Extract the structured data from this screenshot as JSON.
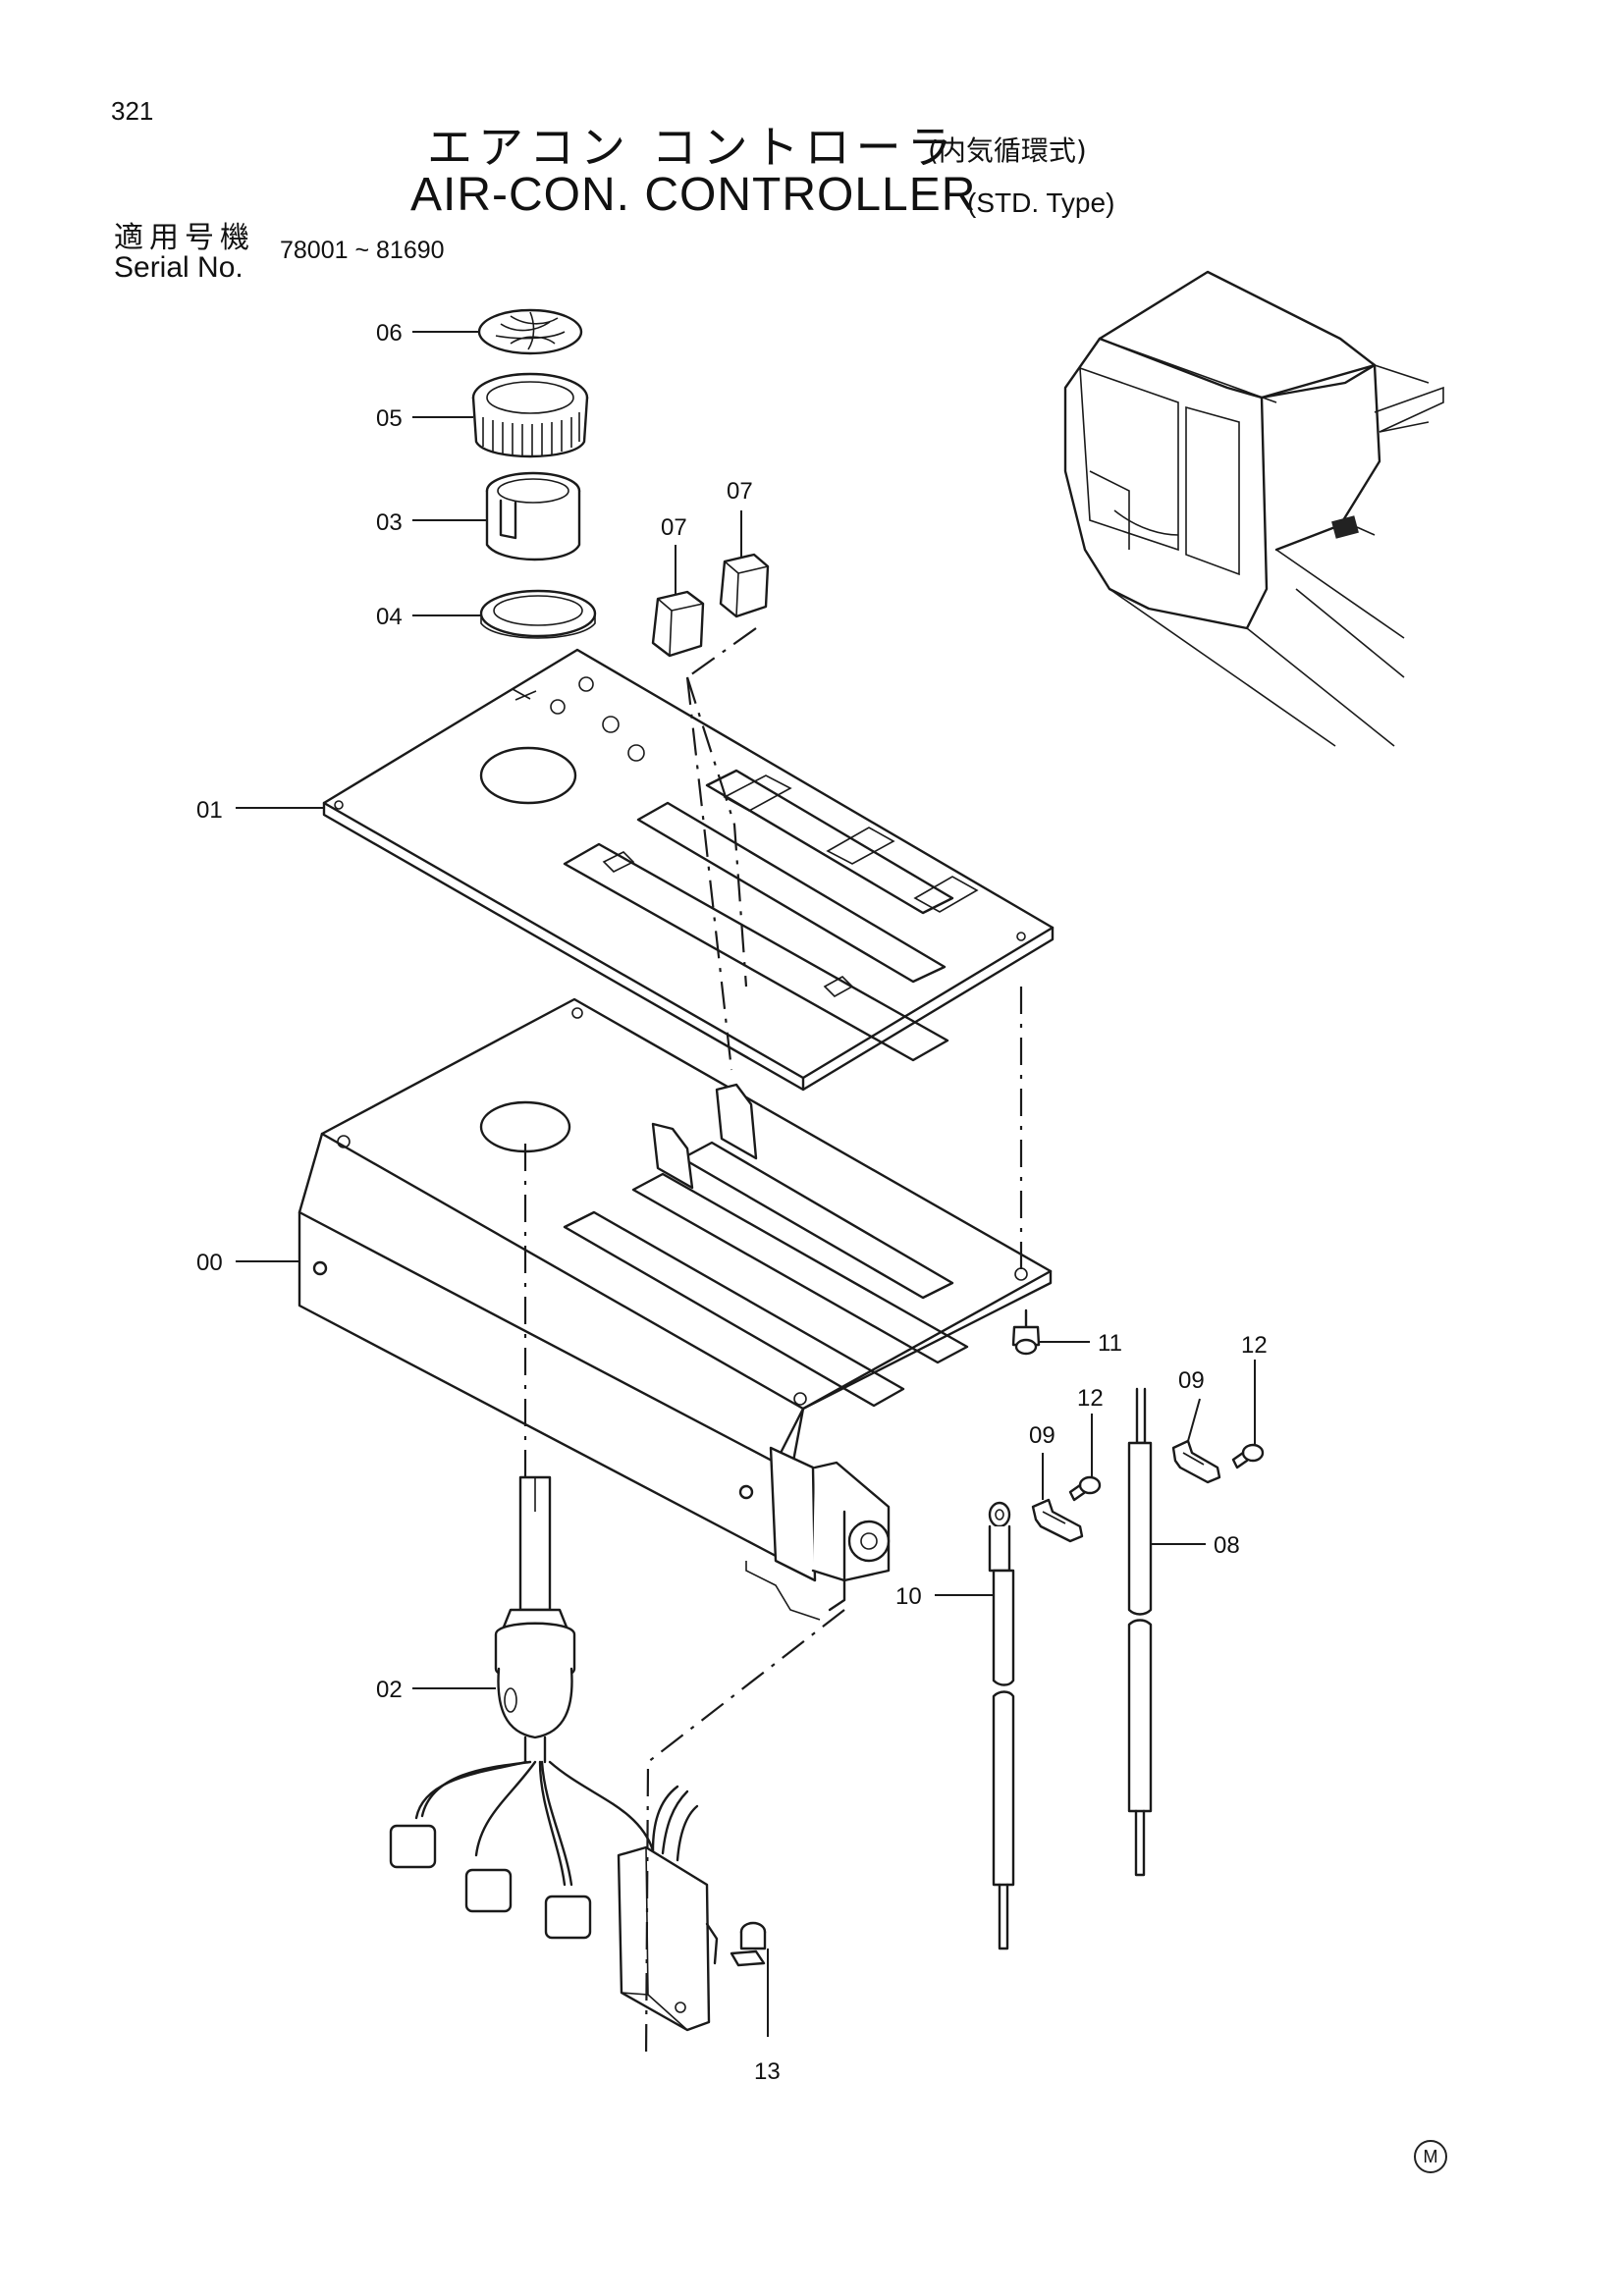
{
  "header": {
    "page_number": "321",
    "title_jp": "エアコン コントローラ",
    "title_jp_sub": "(内気循環式)",
    "title_en": "AIR-CON. CONTROLLER",
    "title_en_sub": "(STD. Type)",
    "serial_label_jp": "適用号機",
    "serial_label_en": "Serial No.",
    "serial_range": "78001 ~ 81690"
  },
  "callouts": {
    "c06": "06",
    "c05": "05",
    "c03": "03",
    "c04": "04",
    "c07a": "07",
    "c07b": "07",
    "c01": "01",
    "c00": "00",
    "c11": "11",
    "c12a": "12",
    "c12b": "12",
    "c09a": "09",
    "c09b": "09",
    "c08": "08",
    "c10": "10",
    "c02": "02",
    "c13": "13"
  },
  "footer": {
    "mark": "M"
  }
}
